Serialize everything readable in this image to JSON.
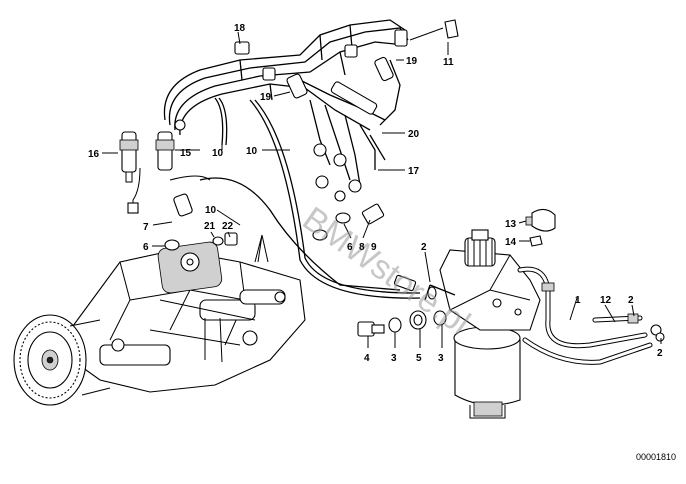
{
  "diagram": {
    "reference_number": "00001810",
    "watermark": "BMWstore.pl",
    "part_labels": [
      {
        "id": "p18",
        "text": "18"
      },
      {
        "id": "p11",
        "text": "11"
      },
      {
        "id": "p19a",
        "text": "19"
      },
      {
        "id": "p19b",
        "text": "19"
      },
      {
        "id": "p20",
        "text": "20"
      },
      {
        "id": "p17",
        "text": "17"
      },
      {
        "id": "p16",
        "text": "16"
      },
      {
        "id": "p15",
        "text": "15"
      },
      {
        "id": "p10a",
        "text": "10"
      },
      {
        "id": "p10b",
        "text": "10"
      },
      {
        "id": "p10c",
        "text": "10"
      },
      {
        "id": "p7",
        "text": "7"
      },
      {
        "id": "p6a",
        "text": "6"
      },
      {
        "id": "p21",
        "text": "21"
      },
      {
        "id": "p22",
        "text": "22"
      },
      {
        "id": "p6b",
        "text": "6"
      },
      {
        "id": "p8",
        "text": "8"
      },
      {
        "id": "p9",
        "text": "9"
      },
      {
        "id": "p2a",
        "text": "2"
      },
      {
        "id": "p13",
        "text": "13"
      },
      {
        "id": "p14",
        "text": "14"
      },
      {
        "id": "p1",
        "text": "1"
      },
      {
        "id": "p12",
        "text": "12"
      },
      {
        "id": "p2b",
        "text": "2"
      },
      {
        "id": "p2c",
        "text": "2"
      },
      {
        "id": "p4",
        "text": "4"
      },
      {
        "id": "p3a",
        "text": "3"
      },
      {
        "id": "p5",
        "text": "5"
      },
      {
        "id": "p3b",
        "text": "3"
      }
    ]
  }
}
